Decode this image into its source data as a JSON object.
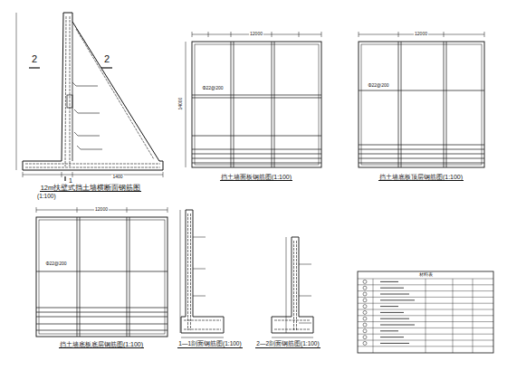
{
  "diagram": {
    "labels": [
      "12m扶壁式挡土墙横断面钢筋图",
      "(1:100)",
      "挡土墙面板钢筋图(1:100)",
      "挡土墙底板顶层钢筋图(1:100)",
      "挡土墙底板底层钢筋图(1:100)",
      "1—1剖面钢筋图(1:100)",
      "2—2剖面钢筋图(1:100)",
      "2",
      "2",
      "1",
      "12000",
      "12000",
      "12000",
      "14000",
      "材料表",
      "1400",
      "Φ22@200",
      "Φ22@200",
      "Φ22@200"
    ]
  }
}
